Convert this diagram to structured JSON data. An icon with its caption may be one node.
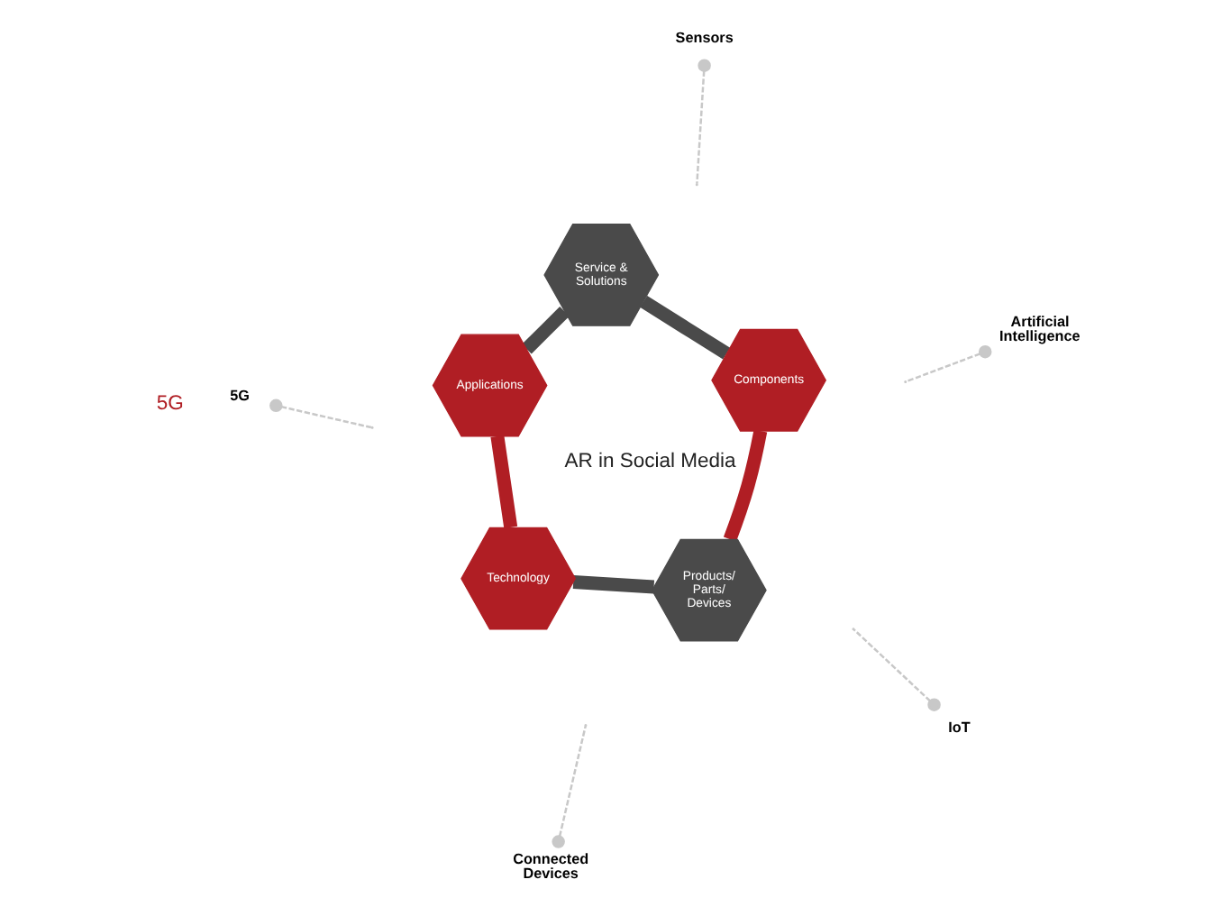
{
  "diagram": {
    "nodes": [
      {
        "text": [
          "Products/ Parts/ Devices"
        ]
      },
      {
        "text": [
          "Components"
        ]
      },
      {
        "text": [
          "Technology"
        ]
      },
      {
        "text": [
          "Service & Solutions"
        ]
      },
      {
        "text": [
          "Applications"
        ]
      },
      {
        "text": [
          "5G"
        ]
      },
      {
        "text": [
          "IoT"
        ]
      },
      {
        "text": [
          "Sensors"
        ]
      },
      {
        "text": [
          "Artificial Intelligence"
        ]
      },
      {
        "text": [
          "Connected Devices"
        ]
      }
    ],
    "edges": [
      {
        "from": 1,
        "to": 0,
        "arrow": "none",
        "style": "thick",
        "color": "#b01e24"
      },
      {
        "from": 0,
        "to": 2,
        "arrow": "none",
        "style": "thick",
        "color": "#4a4a4a"
      },
      {
        "from": 2,
        "to": 4,
        "arrow": "none",
        "style": "thick",
        "color": "#b01e24"
      },
      {
        "from": 4,
        "to": 3,
        "arrow": "none",
        "style": "thick",
        "color": "#4a4a4a"
      },
      {
        "from": 3,
        "to": 1,
        "arrow": "none",
        "style": "thick",
        "color": "#4a4a4a"
      },
      {
        "from": 5,
        "to": null,
        "arrow": "other",
        "style": "dashed",
        "color": "#c8c8c8"
      },
      {
        "from": 6,
        "to": null,
        "arrow": "other",
        "style": "dashed",
        "color": "#c8c8c8"
      },
      {
        "from": 7,
        "to": null,
        "arrow": "other",
        "style": "dashed",
        "color": "#c8c8c8"
      },
      {
        "from": 8,
        "to": null,
        "arrow": "other",
        "style": "dashed",
        "color": "#c8c8c8"
      },
      {
        "from": 9,
        "to": null,
        "arrow": "other",
        "style": "dashed",
        "color": "#c8c8c8"
      }
    ],
    "labels": [
      "5G",
      "AR in Social Media"
    ]
  }
}
